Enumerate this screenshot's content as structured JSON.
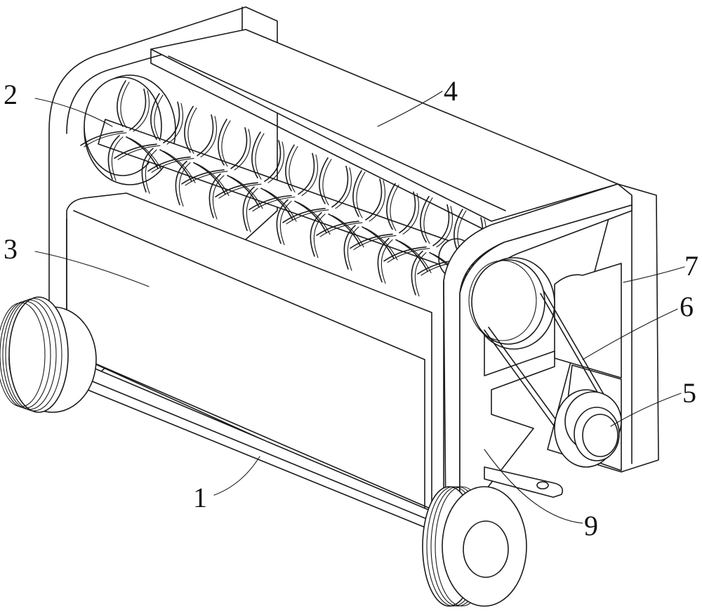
{
  "callouts": [
    {
      "id": "1",
      "text": "1"
    },
    {
      "id": "2",
      "text": "2"
    },
    {
      "id": "3",
      "text": "3"
    },
    {
      "id": "4",
      "text": "4"
    },
    {
      "id": "5",
      "text": "5"
    },
    {
      "id": "6",
      "text": "6"
    },
    {
      "id": "7",
      "text": "7"
    },
    {
      "id": "9",
      "text": "9"
    }
  ]
}
